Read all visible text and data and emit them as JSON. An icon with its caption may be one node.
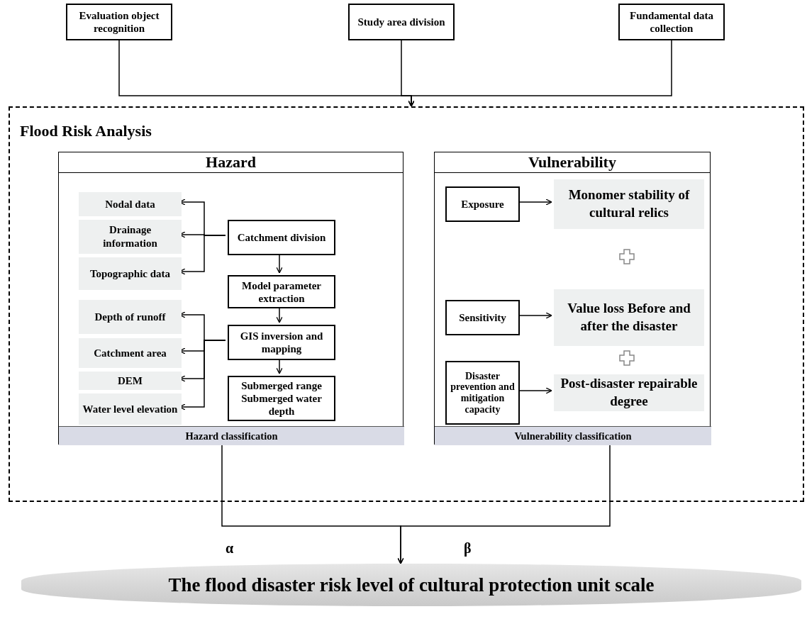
{
  "diagram": {
    "nodes": [
      {
        "text": [
          "Evaluation object recognition"
        ]
      },
      {
        "text": [
          "Study area division"
        ]
      },
      {
        "text": [
          "Fundamental data collection"
        ]
      },
      {
        "text": [
          "Flood Risk Analysis"
        ]
      },
      {
        "text": [
          "Hazard"
        ],
        "in": 3
      },
      {
        "text": [
          "Nodal data"
        ],
        "in": 4
      },
      {
        "text": [
          "Drainage information"
        ],
        "in": 4
      },
      {
        "text": [
          "Topographic data"
        ],
        "in": 4
      },
      {
        "text": [
          "Catchment division"
        ],
        "in": 4
      },
      {
        "text": [
          "Model parameter extraction"
        ],
        "in": 4
      },
      {
        "text": [
          "Depth of runoff"
        ],
        "in": 4
      },
      {
        "text": [
          "Catchment area"
        ],
        "in": 4
      },
      {
        "text": [
          "DEM"
        ],
        "in": 4
      },
      {
        "text": [
          "Water level elevation"
        ],
        "in": 4
      },
      {
        "text": [
          "GIS inversion and mapping"
        ],
        "in": 4
      },
      {
        "text": [
          "Submerged range Submerged water depth"
        ],
        "in": 4
      },
      {
        "text": [
          "Hazard classification"
        ],
        "in": 4
      },
      {
        "text": [
          "Vulnerability"
        ],
        "in": 3
      },
      {
        "text": [
          "Exposure"
        ],
        "in": 17
      },
      {
        "text": [
          "Monomer stability of cultural relics"
        ],
        "in": 17
      },
      {
        "text": [
          "Sensitivity"
        ],
        "in": 17
      },
      {
        "text": [
          "Value loss Before and after the disaster"
        ],
        "in": 17
      },
      {
        "text": [
          "Disaster prevention and mitigation capacity"
        ],
        "in": 17
      },
      {
        "text": [
          "Post-disaster repairable degree"
        ],
        "in": 17
      },
      {
        "text": [
          "Vulnerability classification"
        ],
        "in": 17
      },
      {
        "text": [
          "The flood disaster risk level of cultural protection unit scale"
        ]
      }
    ],
    "edges": [
      {
        "from": 0,
        "to": 3,
        "arrow": "to"
      },
      {
        "from": 1,
        "to": 3,
        "arrow": "to"
      },
      {
        "from": 2,
        "to": 3,
        "arrow": "to"
      },
      {
        "from": 8,
        "to": 5,
        "arrow": "to"
      },
      {
        "from": 8,
        "to": 6,
        "arrow": "to"
      },
      {
        "from": 8,
        "to": 7,
        "arrow": "to"
      },
      {
        "from": 8,
        "to": 9,
        "arrow": "to"
      },
      {
        "from": 9,
        "to": 14,
        "arrow": "to"
      },
      {
        "from": 14,
        "to": 10,
        "arrow": "to"
      },
      {
        "from": 14,
        "to": 11,
        "arrow": "to"
      },
      {
        "from": 14,
        "to": 12,
        "arrow": "to"
      },
      {
        "from": 14,
        "to": 13,
        "arrow": "to"
      },
      {
        "from": 14,
        "to": 15,
        "arrow": "to"
      },
      {
        "from": 18,
        "to": 19,
        "arrow": "to"
      },
      {
        "from": 20,
        "to": 21,
        "arrow": "to"
      },
      {
        "from": 22,
        "to": 23,
        "arrow": "to"
      },
      {
        "from": 16,
        "to": 25,
        "label": "α",
        "arrow": "to"
      },
      {
        "from": 24,
        "to": 25,
        "label": "β",
        "arrow": "to"
      }
    ]
  }
}
